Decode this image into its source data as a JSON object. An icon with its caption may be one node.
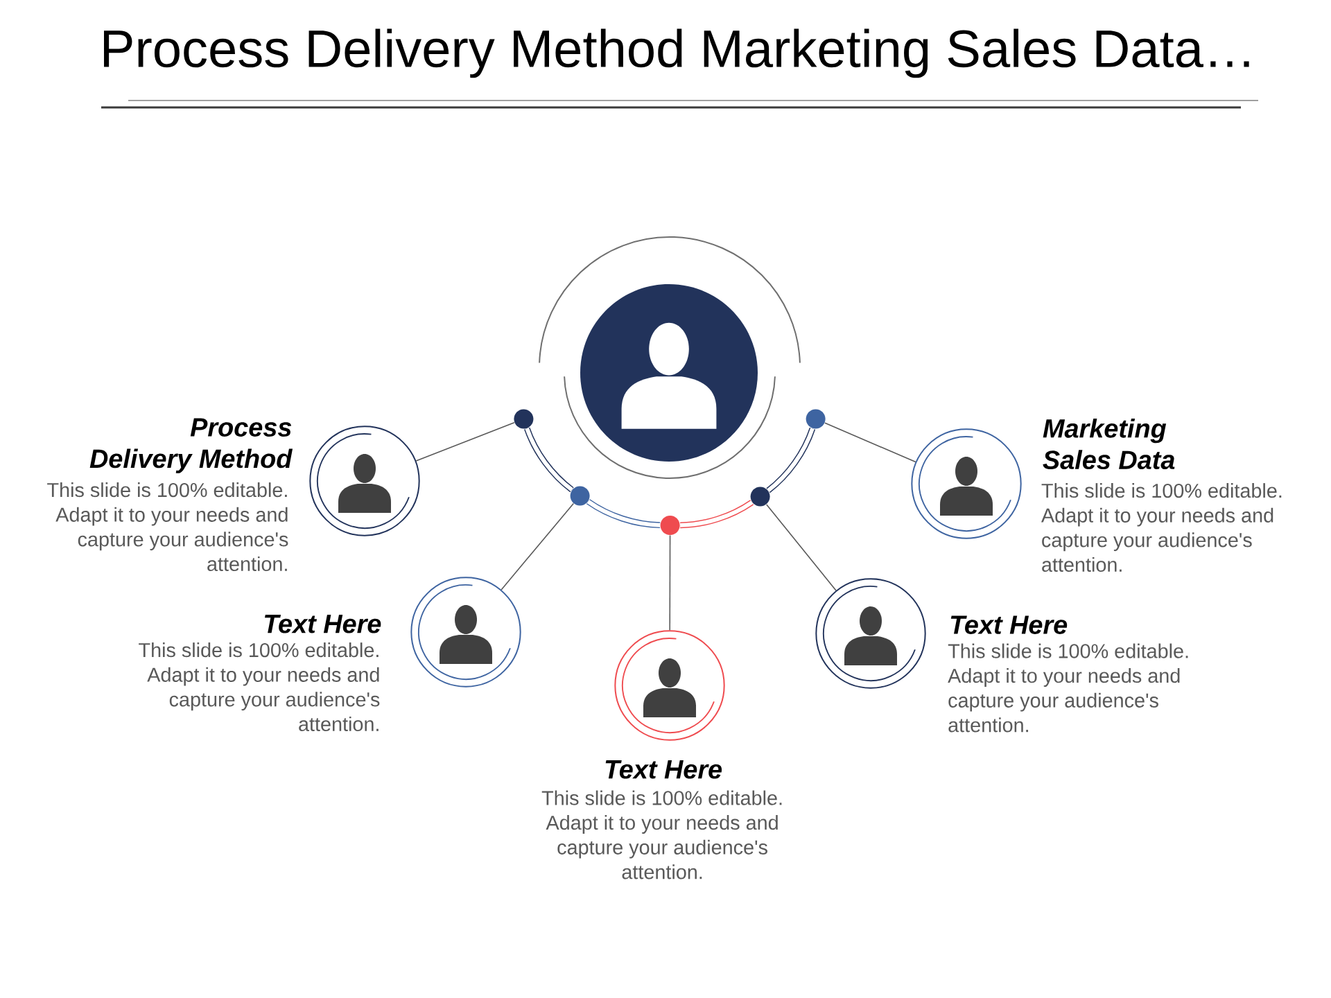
{
  "diagram": {
    "title": "Process Delivery Method Marketing Sales Data…",
    "nodes": [
      {
        "text": [],
        "shape": "circle"
      },
      {
        "text": [],
        "shape": "circle"
      },
      {
        "text": [],
        "shape": "circle"
      },
      {
        "text": [],
        "shape": "circle"
      },
      {
        "text": [],
        "shape": "circle"
      },
      {
        "text": [],
        "shape": "circle"
      },
      {
        "text": [],
        "shape": "circle",
        "beside": [
          "Process Delivery Method",
          "This slide is 100% editable. Adapt it to your needs and capture your audience's attention."
        ]
      },
      {
        "text": [],
        "shape": "circle",
        "beside": [
          "Text Here",
          "This slide is 100% editable. Adapt it to your needs and capture your audience's attention."
        ]
      },
      {
        "text": [],
        "shape": "circle",
        "beside": [
          "Text Here",
          "This slide is 100% editable. Adapt it to your needs and capture your audience's attention."
        ]
      },
      {
        "text": [],
        "shape": "circle",
        "beside": [
          "Text Here",
          "This slide is 100% editable. Adapt it to your needs and capture your audience's attention."
        ]
      },
      {
        "text": [],
        "shape": "circle",
        "beside": [
          "Marketing Sales Data",
          "This slide is 100% editable. Adapt it to your needs and capture your audience's attention."
        ]
      }
    ],
    "edges": [
      {
        "from": 1,
        "to": 6,
        "arrow": "none"
      },
      {
        "from": 2,
        "to": 7,
        "arrow": "none"
      },
      {
        "from": 3,
        "to": 8,
        "arrow": "none"
      },
      {
        "from": 4,
        "to": 9,
        "arrow": "none"
      },
      {
        "from": 5,
        "to": 10,
        "arrow": "none"
      },
      {
        "from": 1,
        "to": 2,
        "arrow": "none",
        "style": "thick",
        "color": "#22335b"
      },
      {
        "from": 2,
        "to": 3,
        "arrow": "none",
        "style": "thick",
        "color": "#3e64a1"
      },
      {
        "from": 3,
        "to": 4,
        "arrow": "none",
        "style": "thick",
        "color": "#ef4b4f"
      },
      {
        "from": 4,
        "to": 5,
        "arrow": "none",
        "style": "thick",
        "color": "#22335b"
      }
    ]
  }
}
